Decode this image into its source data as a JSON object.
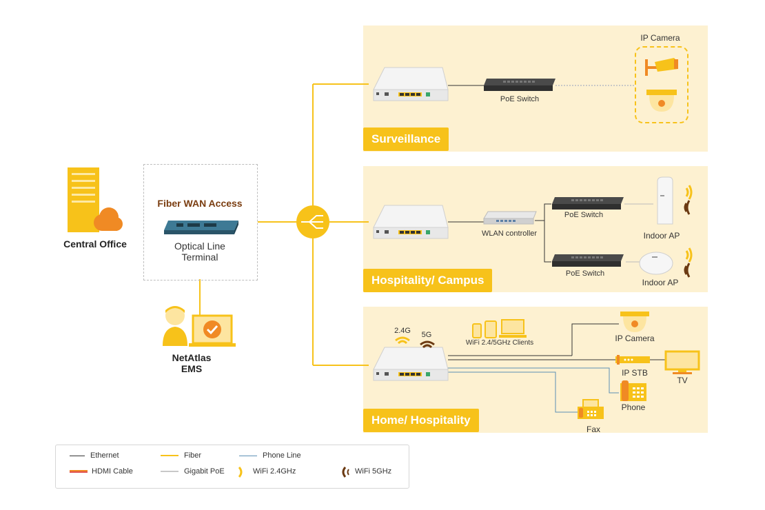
{
  "central_office": {
    "label": "Central Office"
  },
  "olt": {
    "title": "Fiber WAN Access",
    "label_line1": "Optical Line",
    "label_line2": "Terminal"
  },
  "ems": {
    "label_line1": "NetAtlas",
    "label_line2": "EMS"
  },
  "surveillance": {
    "tag": "Surveillance",
    "poe_switch": "PoE Switch",
    "ip_camera": "IP Camera"
  },
  "campus": {
    "tag": "Hospitality/ Campus",
    "wlan_controller": "WLAN controller",
    "poe_switch_1": "PoE Switch",
    "poe_switch_2": "PoE Switch",
    "indoor_ap_1": "Indoor AP",
    "indoor_ap_2": "Indoor AP"
  },
  "home": {
    "tag": "Home/ Hospitality",
    "wifi_24": "2.4G",
    "wifi_5": "5G",
    "clients": "WiFi 2.4/5GHz Clients",
    "ip_camera": "IP Camera",
    "ip_stb": "IP STB",
    "tv": "TV",
    "phone": "Phone",
    "fax": "Fax"
  },
  "legend": {
    "ethernet": "Ethernet",
    "fiber": "Fiber",
    "phone_line": "Phone Line",
    "hdmi": "HDMI Cable",
    "gigabit_poe": "Gigabit PoE",
    "wifi_24": "WiFi 2.4GHz",
    "wifi_5": "WiFi 5GHz"
  },
  "colors": {
    "fiber": "#f7c21a",
    "panel": "#fdf1d1",
    "ethernet": "#333333",
    "phone_line": "#5b8fb5",
    "poe": "#bbbbbb",
    "wifi_5": "#6b3a12"
  }
}
